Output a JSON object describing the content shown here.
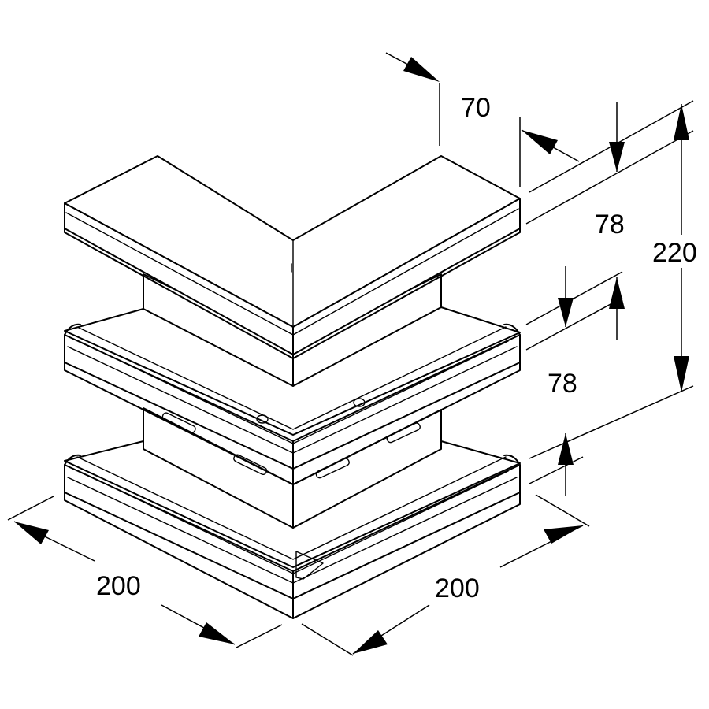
{
  "dimensions": {
    "depth_top": "70",
    "height_upper": "78",
    "height_lower": "78",
    "height_total": "220",
    "length_left": "200",
    "length_right": "200"
  }
}
